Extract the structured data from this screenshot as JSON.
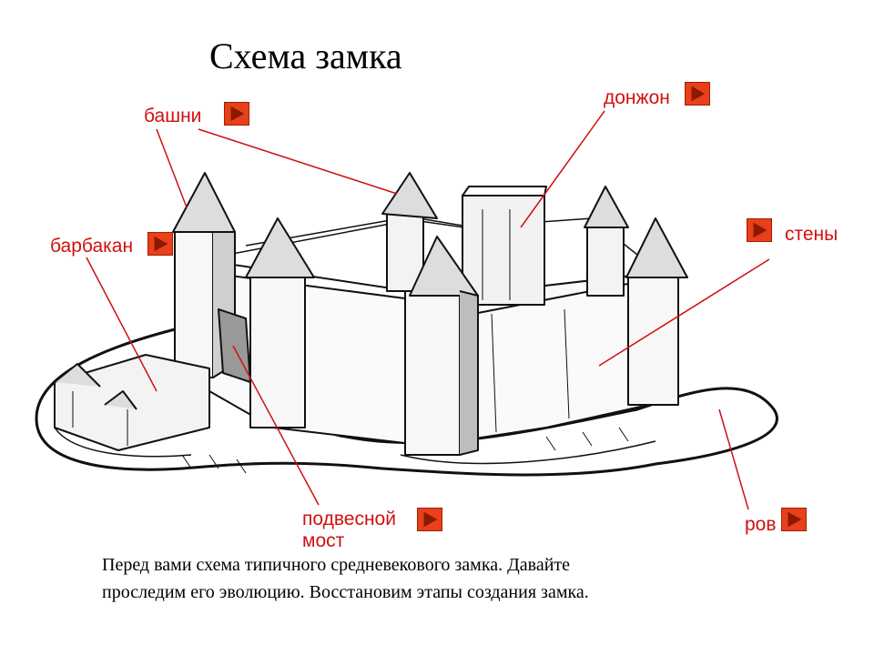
{
  "title": "Схема замка",
  "labels": {
    "towers": "башни",
    "donjon": "донжон",
    "barbican": "барбакан",
    "walls": "стены",
    "drawbridge_line1": "подвесной",
    "drawbridge_line2": "мост",
    "moat": "ров"
  },
  "icons": {
    "nav_button": "play-arrow-icon"
  },
  "colors": {
    "label_text": "#d01010",
    "button_fill": "#e8401a",
    "button_arrow": "#8a1a00",
    "leader_line": "#d01010"
  },
  "caption": {
    "line1": "Перед вами схема типичного средневекового замка. Давайте",
    "line2": "проследим его эволюцию. Восстановим этапы создания замка."
  }
}
